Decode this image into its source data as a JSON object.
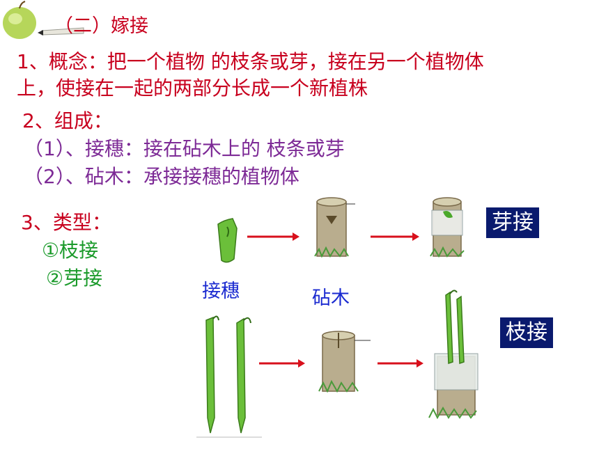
{
  "title": "（二）嫁接",
  "concept": {
    "line1": "1、概念：把一个植物 的枝条或芽，接在另一个植物体",
    "line2": "上，使接在一起的两部分长成一个新植株"
  },
  "composition": {
    "heading": "2、组成：",
    "item1": "（1）、接穗：接在砧木上的   枝条或芽",
    "item2": "（2）、砧木：承接接穗的植物体"
  },
  "types": {
    "heading": "3、类型：",
    "item1": "①枝接",
    "item2": "②芽接"
  },
  "diagram": {
    "scion_label": "接穗",
    "rootstock_label": "砧木",
    "bud_graft_badge": "芽接",
    "branch_graft_badge": "枝接",
    "arrow_color": "#d8101c"
  }
}
